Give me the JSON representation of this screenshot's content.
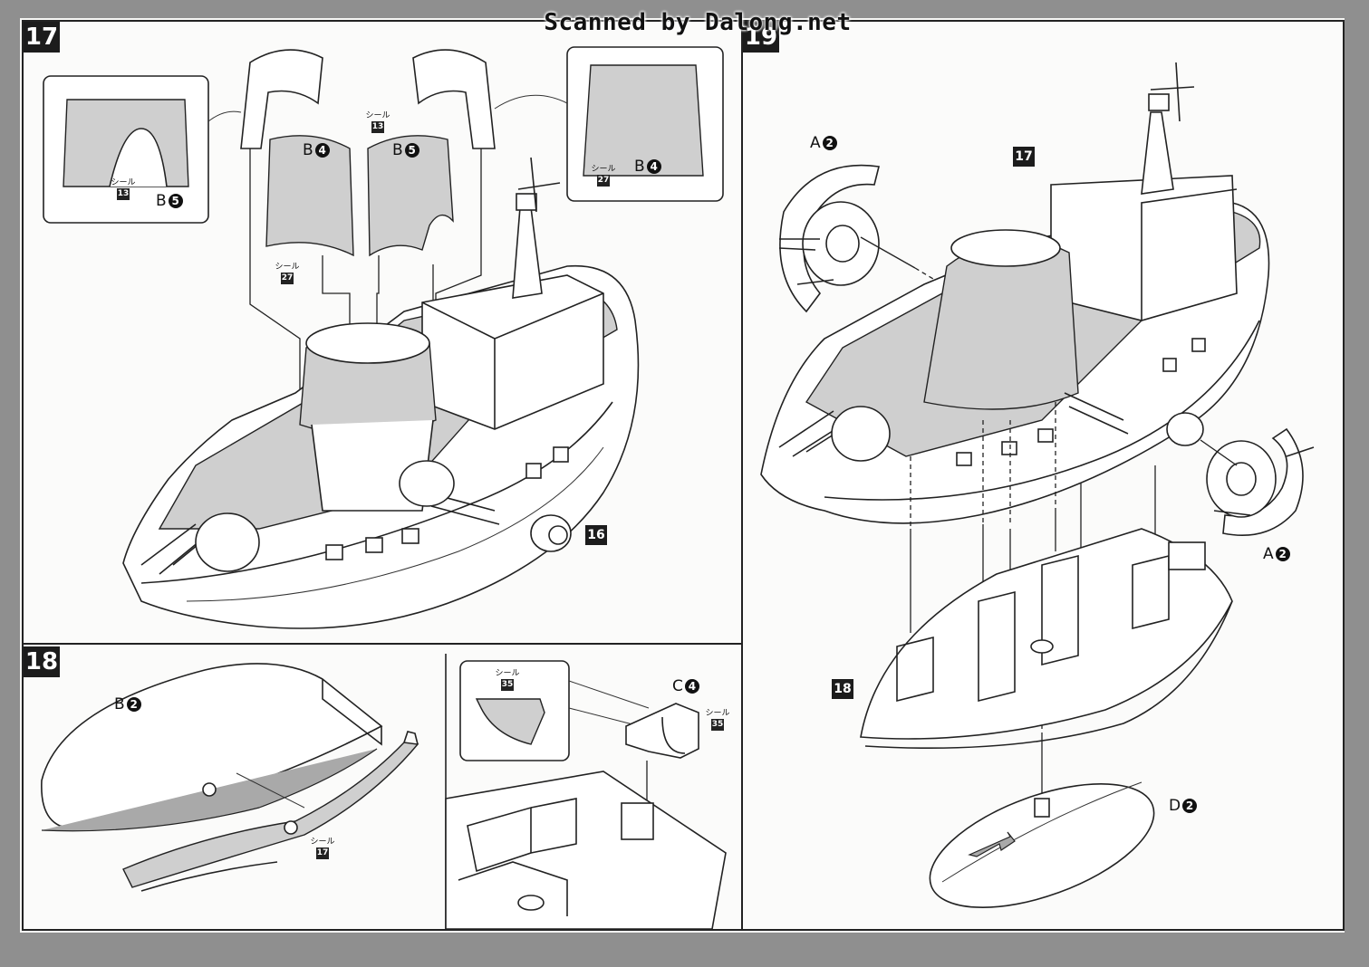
{
  "watermark": "Scanned by Dalong.net",
  "steps": {
    "s17": "17",
    "s18": "18",
    "s19": "19"
  },
  "step17": {
    "callout_left": {
      "seal_word": "シール",
      "seal_num": "13",
      "part": "B",
      "part_num": "5"
    },
    "callout_right": {
      "seal_word": "シール",
      "seal_num": "27",
      "part": "B",
      "part_num": "4"
    },
    "panel_b4": {
      "part": "B",
      "part_num": "4",
      "seal_word": "シール",
      "seal_num": "27"
    },
    "panel_b5": {
      "part": "B",
      "part_num": "5",
      "seal_word": "シール",
      "seal_num": "13"
    },
    "ref": "16"
  },
  "step18": {
    "hull_part": {
      "part": "B",
      "part_num": "2"
    },
    "strip_seal": {
      "seal_word": "シール",
      "seal_num": "17"
    },
    "callout": {
      "seal_word": "シール",
      "seal_num": "35"
    },
    "clip_part": {
      "part": "C",
      "part_num": "4",
      "seal_word": "シール",
      "seal_num": "35"
    }
  },
  "step19": {
    "wheel_left": {
      "part": "A",
      "part_num": "2"
    },
    "wheel_right": {
      "part": "A",
      "part_num": "2"
    },
    "ref_top": "17",
    "ref_base": "18",
    "stand": {
      "part": "D",
      "part_num": "2"
    }
  }
}
